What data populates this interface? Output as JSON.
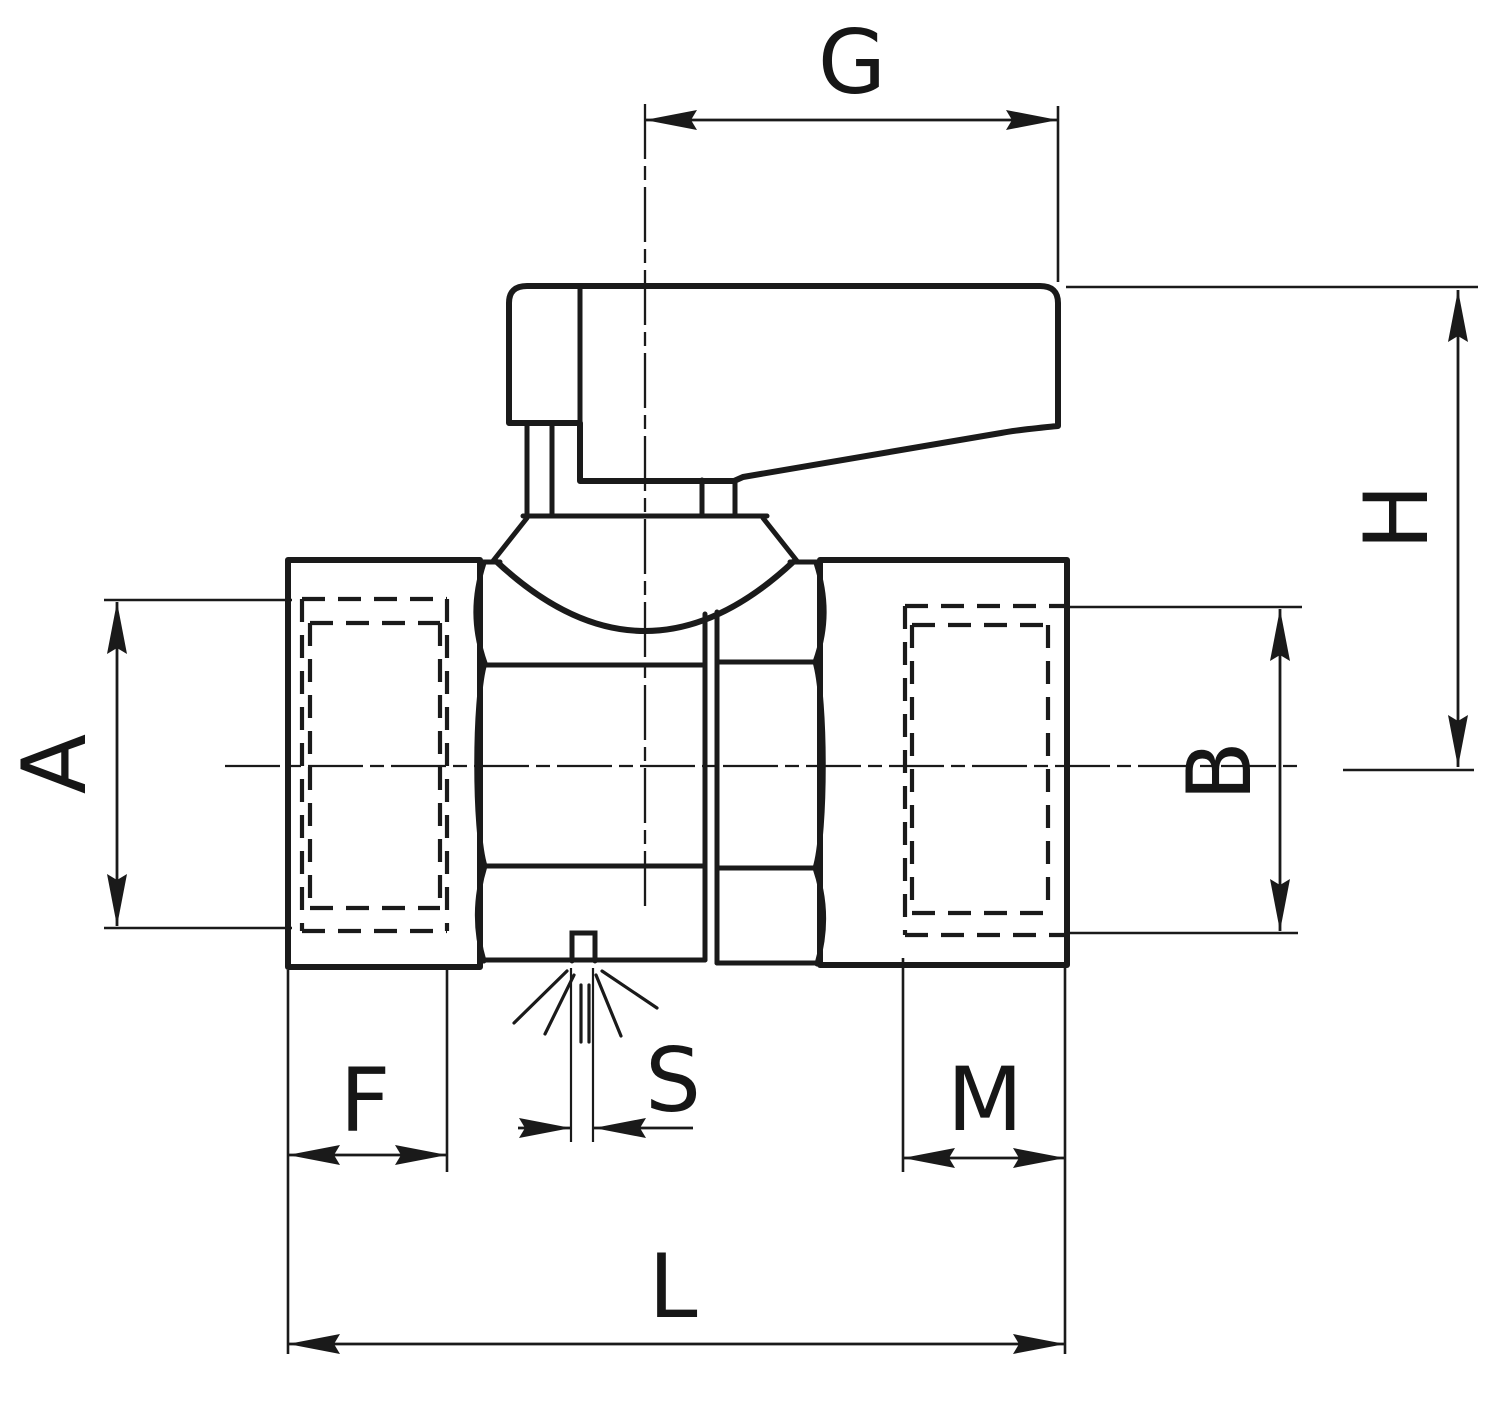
{
  "drawing": {
    "subject": "Ball valve cross-section technical drawing",
    "view": "side section view with dimension callouts",
    "background_color": "#ffffff",
    "line_color": "#1a1a1a"
  },
  "dimensions": {
    "g": "G",
    "h": "H",
    "a": "A",
    "b": "B",
    "f": "F",
    "s": "S",
    "m": "M",
    "l": "L"
  }
}
